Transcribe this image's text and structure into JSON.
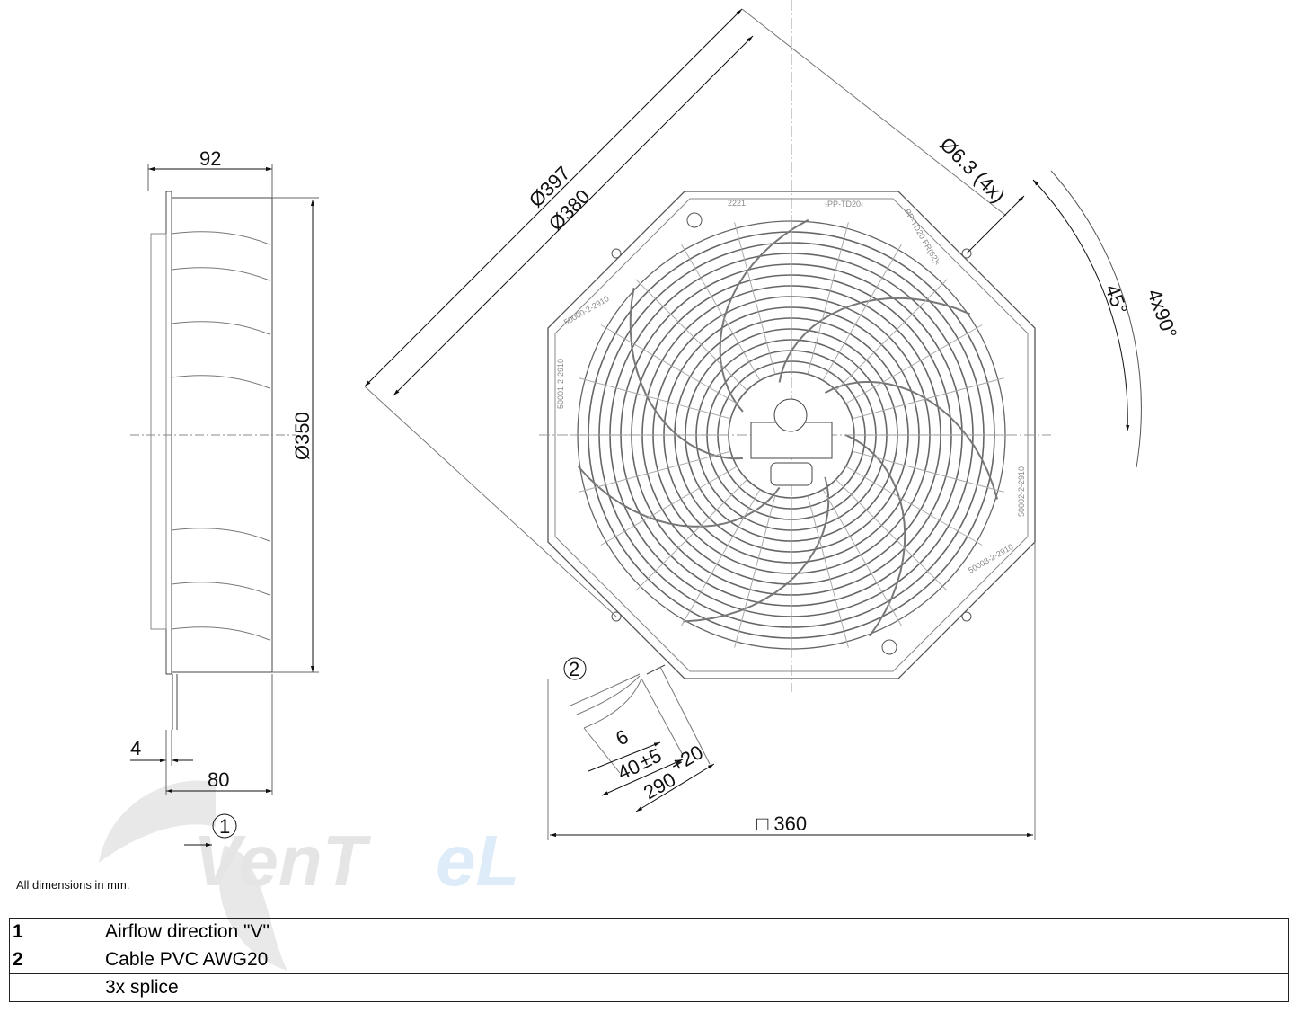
{
  "logo": {
    "text": "Ventel"
  },
  "note": "All dimensions in mm.",
  "side_view": {
    "width_top": "92",
    "diameter": "Ø350",
    "flange": "4",
    "depth": "80",
    "callout": "1"
  },
  "front_view": {
    "outer_diameter": "Ø397",
    "hole_circle": "Ø380",
    "holes": "Ø6.3 (4x)",
    "angle_1": "45°",
    "angle_2": "4x90°",
    "square": "□ 360",
    "markings": [
      "2221",
      "›PP-TD20‹",
      "›PP-TD20 FR(62)‹",
      "50000-2-2910",
      "50001-2-2910",
      "50002-2-2910",
      "50003-2-2910"
    ]
  },
  "cable": {
    "callout": "2",
    "strip": "6",
    "split": "40",
    "split_tol": "±5",
    "length": "290",
    "length_tol": "+20"
  },
  "legend": [
    {
      "num": "1",
      "text": "Airflow direction \"V\""
    },
    {
      "num": "2",
      "text": "Cable PVC AWG20"
    },
    {
      "num": "",
      "text": "3x splice"
    }
  ]
}
